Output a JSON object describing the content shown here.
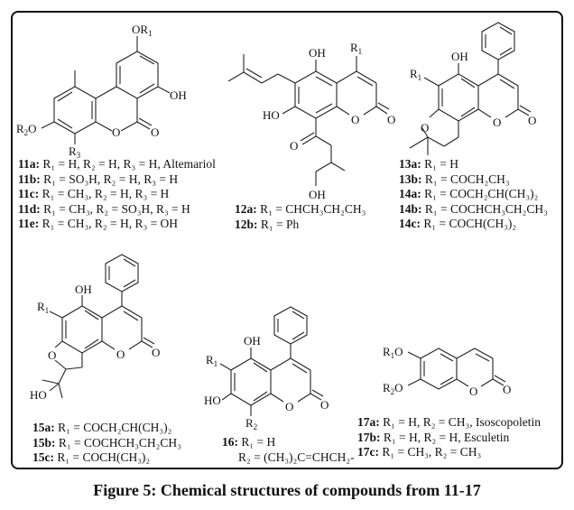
{
  "figure": {
    "caption": "Figure 5: Chemical structures of compounds from 11-17"
  },
  "structures": {
    "s11": {
      "labels": {
        "or1": "OR",
        "oh": "OH",
        "r2o": "R",
        "o_ring": "O",
        "o_keto": "O",
        "r3": "R"
      }
    },
    "s12": {
      "labels": {
        "oh_top": "OH",
        "r1": "R",
        "ho": "HO",
        "o_ring": "O",
        "o_keto": "O",
        "o_acyl": "O",
        "oh_bottom": "OH"
      }
    },
    "s13": {
      "labels": {
        "oh": "OH",
        "r1": "R",
        "o_pyran": "O",
        "o_ring": "O",
        "o_keto": "O"
      }
    },
    "s15": {
      "labels": {
        "oh": "OH",
        "r1": "R",
        "o_furan": "O",
        "o_ring": "O",
        "o_keto": "O",
        "ho": "HO"
      }
    },
    "s16": {
      "labels": {
        "oh": "OH",
        "r1": "R",
        "ho": "HO",
        "o_ring": "O",
        "o_keto": "O",
        "r2": "R"
      }
    },
    "s17": {
      "labels": {
        "r1o": "R",
        "r2o": "R",
        "o_ring": "O",
        "o_keto": "O"
      }
    }
  },
  "legends": {
    "g11": [
      {
        "id": "11a:",
        "text": "R₁ = H, R₂ = H, R₃ = H, Altemariol"
      },
      {
        "id": "11b:",
        "text": "R₁ = SO₃H, R₂ = H, R₃ = H"
      },
      {
        "id": "11c:",
        "text": "R₁ = CH₃, R₂ = H, R₃ = H"
      },
      {
        "id": "11d:",
        "text": "R₁ = CH₃, R₂ = SO₃H, R₃ = H"
      },
      {
        "id": "11e:",
        "text": "R₁ = CH₃, R₂ = H, R₃ = OH"
      }
    ],
    "g12": [
      {
        "id": "12a:",
        "text": "R₁ = CHCH₃CH₂CH₃"
      },
      {
        "id": "12b:",
        "text": "R₁ = Ph"
      }
    ],
    "g13": [
      {
        "id": "13a:",
        "text": "R₁ = H"
      },
      {
        "id": "13b:",
        "text": "R₁ = COCH₂CH₃"
      },
      {
        "id": "14a:",
        "text": "R₁ = COCH₂CH(CH₃)₂"
      },
      {
        "id": "14b:",
        "text": "R₁ = COCHCH₃CH₂CH₃"
      },
      {
        "id": "14c:",
        "text": "R₁ = COCH(CH₃)₂"
      }
    ],
    "g15": [
      {
        "id": "15a:",
        "text": "R₁ = COCH₂CH(CH₃)₂"
      },
      {
        "id": "15b:",
        "text": "R₁ = COCHCH₃CH₂CH₃"
      },
      {
        "id": "15c:",
        "text": "R₁ = COCH(CH₃)₂"
      }
    ],
    "g16": [
      {
        "id": "16:",
        "text": "R₁ = H"
      },
      {
        "id": "",
        "text": "R₂ = (CH₃)₂C=CHCH₂-"
      }
    ],
    "g17": [
      {
        "id": "17a:",
        "text": "R₁ = H, R₂ = CH₃, Isoscopoletin"
      },
      {
        "id": "17b:",
        "text": "R₁ = H, R₂ = H, Esculetin"
      },
      {
        "id": "17c:",
        "text": "R₁ = CH₃, R₂ = CH₃"
      }
    ]
  }
}
